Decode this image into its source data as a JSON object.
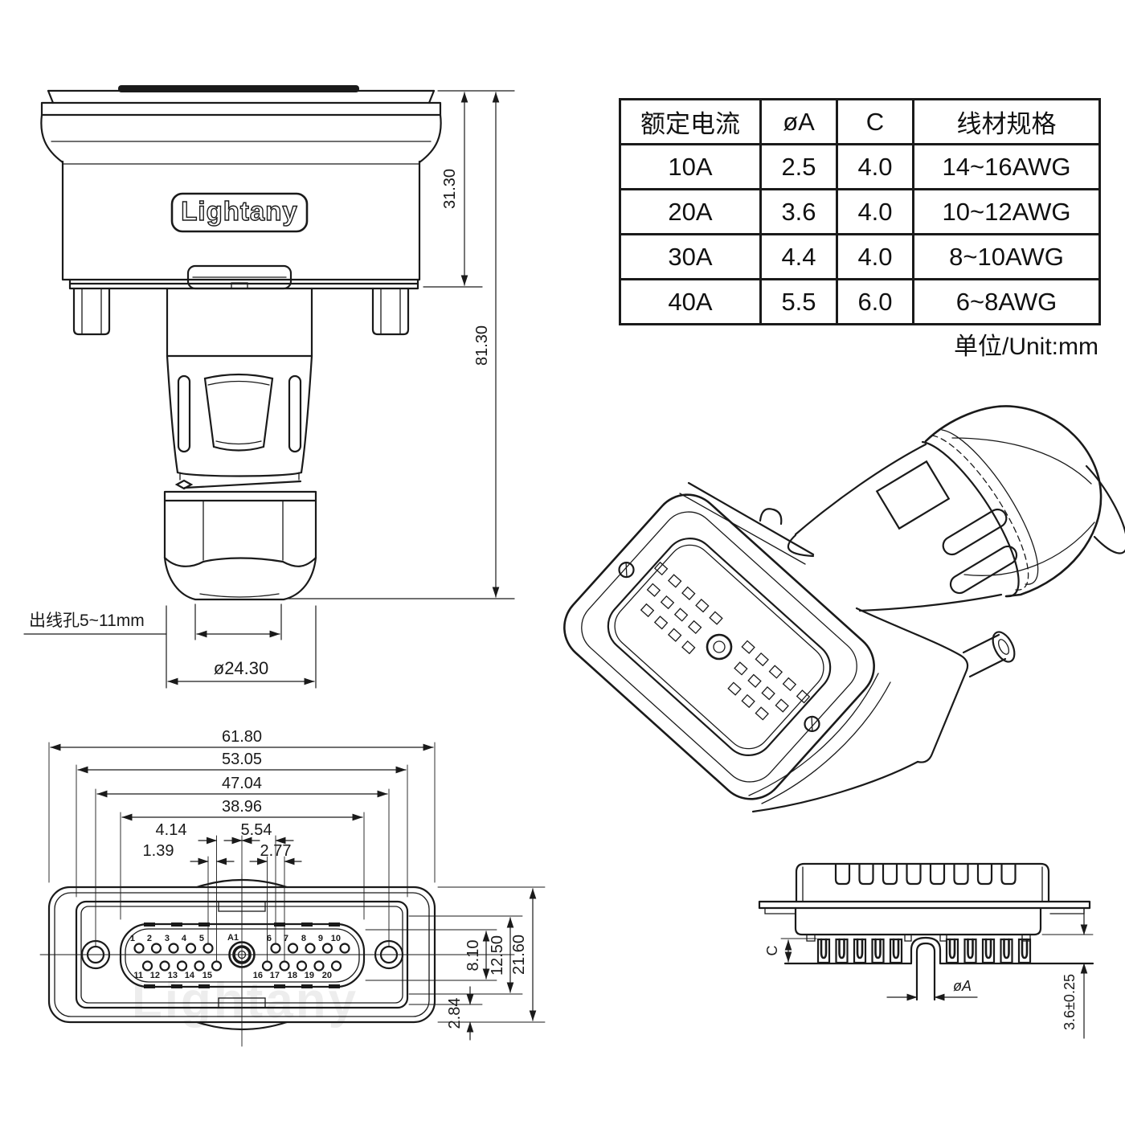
{
  "colors": {
    "line": "#1a1a1a",
    "background": "#ffffff"
  },
  "brand": {
    "logo": "Lightany",
    "watermark": "Lightany"
  },
  "spec_table": {
    "headers": [
      "额定电流",
      "øA",
      "C",
      "线材规格"
    ],
    "rows": [
      [
        "10A",
        "2.5",
        "4.0",
        "14~16AWG"
      ],
      [
        "20A",
        "3.6",
        "4.0",
        "10~12AWG"
      ],
      [
        "30A",
        "4.4",
        "4.0",
        "8~10AWG"
      ],
      [
        "40A",
        "5.5",
        "6.0",
        "6~8AWG"
      ]
    ],
    "unit_note": "单位/Unit:mm"
  },
  "front_view": {
    "dim_upper_height": "31.30",
    "dim_total_height": "81.30",
    "cable_hole_label": "出线孔5~11mm",
    "dim_gland_diameter": "ø24.30"
  },
  "face_view": {
    "dims": {
      "outer_width": "61.80",
      "shell_width": "53.05",
      "hole_spacing": "47.04",
      "insert_width": "38.96",
      "a1_to_row2": "4.14",
      "a1_to_row1": "5.54",
      "row_offset": "1.39",
      "pin_pitch": "2.77",
      "insert_inner_height": "8.10",
      "insert_height": "12.50",
      "outer_height": "21.60",
      "shell_to_flange": "2.84"
    },
    "pins": {
      "center": "A1",
      "top": [
        "1",
        "2",
        "3",
        "4",
        "5",
        "6",
        "7",
        "8",
        "9",
        "10"
      ],
      "bottom": [
        "11",
        "12",
        "13",
        "14",
        "15",
        "16",
        "17",
        "18",
        "19",
        "20"
      ]
    }
  },
  "section_view": {
    "dim_cup_depth": "C",
    "dim_pin_diameter": "øA",
    "dim_tail_length": "3.6±0.25"
  }
}
